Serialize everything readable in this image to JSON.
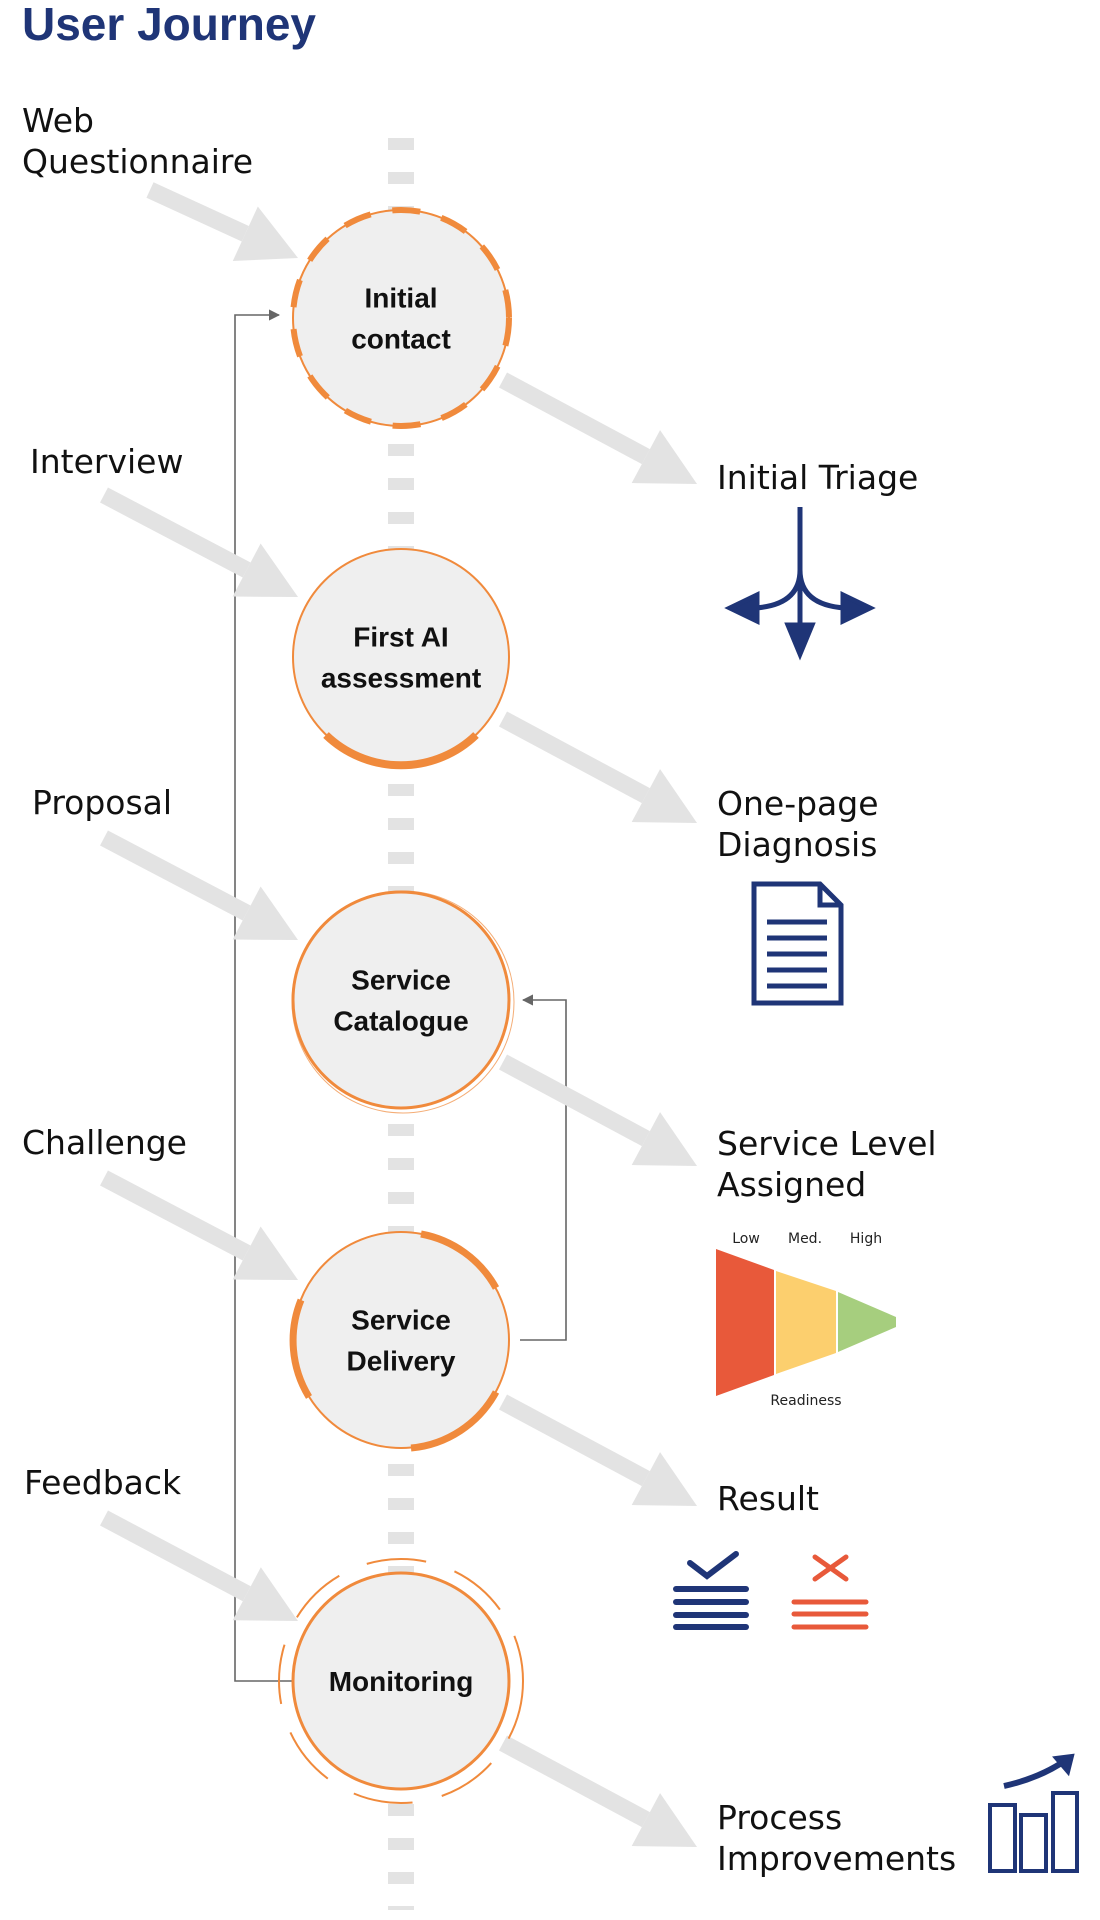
{
  "title": "User Journey",
  "colors": {
    "accent": "#F08A3C",
    "navy": "#1F3577",
    "node_fill": "#EFEFEF",
    "arrow": "#E3E3E3",
    "low": "#E8593A",
    "med": "#FCCF6E",
    "high": "#A6CE7E",
    "fail": "#E8593A"
  },
  "inputs": [
    {
      "lines": [
        "Web",
        "Questionnaire"
      ]
    },
    {
      "lines": [
        "Interview"
      ]
    },
    {
      "lines": [
        "Proposal"
      ]
    },
    {
      "lines": [
        "Challenge"
      ]
    },
    {
      "lines": [
        "Feedback"
      ]
    }
  ],
  "stages": [
    {
      "lines": [
        "Initial",
        "contact"
      ]
    },
    {
      "lines": [
        "First AI",
        "assessment"
      ]
    },
    {
      "lines": [
        "Service",
        "Catalogue"
      ]
    },
    {
      "lines": [
        "Service",
        "Delivery"
      ]
    },
    {
      "lines": [
        "Monitoring"
      ]
    }
  ],
  "outputs": [
    {
      "lines": [
        "Initial Triage"
      ],
      "icon": "split-arrows-icon"
    },
    {
      "lines": [
        "One-page",
        "Diagnosis"
      ],
      "icon": "document-icon"
    },
    {
      "lines": [
        "Service Level",
        "Assigned"
      ],
      "icon": "readiness-funnel-icon"
    },
    {
      "lines": [
        "Result"
      ],
      "icon": "pass-fail-list-icon"
    },
    {
      "lines": [
        "Process",
        "Improvements"
      ],
      "icon": "bar-chart-growth-icon"
    }
  ],
  "funnel": {
    "levels": [
      "Low",
      "Med.",
      "High"
    ],
    "axis_label": "Readiness"
  }
}
